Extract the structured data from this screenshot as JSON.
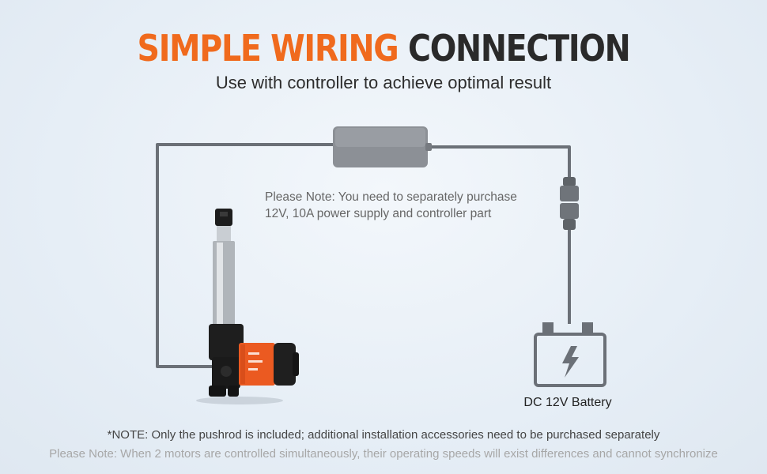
{
  "title": {
    "accent": "SIMPLE WIRING",
    "rest": "CONNECTION"
  },
  "subtitle": "Use with controller to achieve optimal result",
  "note": {
    "line1": "Please Note: You need to separately purchase",
    "line2": "12V, 10A power supply and controller part"
  },
  "battery_label": "DC 12V Battery",
  "footnotes": [
    "*NOTE: Only the pushrod is included; additional installation accessories need to be purchased separately",
    "Please Note: When 2 motors are controlled simultaneously, their operating speeds will exist differences and cannot synchronize"
  ],
  "colors": {
    "accent": "#f06a1d",
    "wire": "#6b7077",
    "controller": "#8c9096"
  },
  "icons": [
    "controller-box",
    "inline-fuse",
    "battery-icon",
    "lightning-icon",
    "linear-actuator"
  ]
}
